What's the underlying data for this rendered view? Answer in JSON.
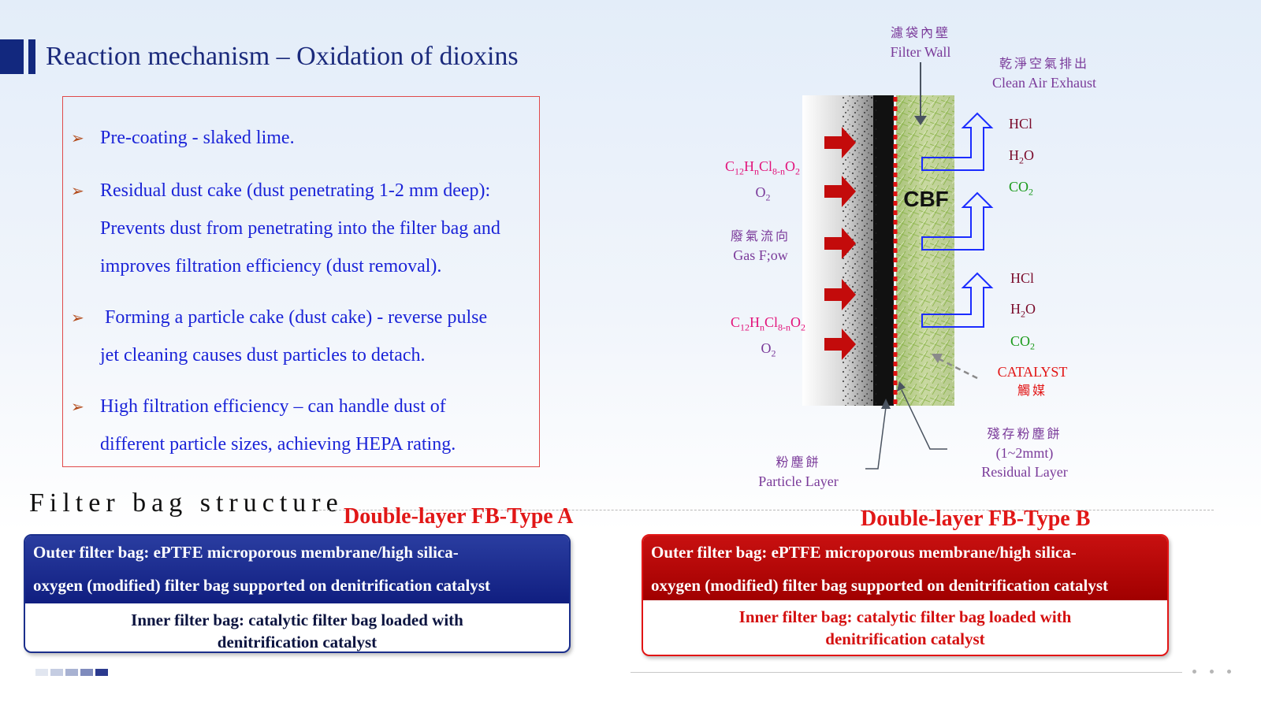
{
  "title": "Reaction mechanism – Oxidation of dioxins",
  "bullets": [
    {
      "lines": [
        "Pre-coating - slaked lime."
      ]
    },
    {
      "lines": [
        "Residual dust cake (dust penetrating 1-2 mm deep):",
        "Prevents dust from penetrating into the filter bag and",
        "improves filtration efficiency (dust removal)."
      ]
    },
    {
      "lines": [
        " Forming a particle cake (dust cake) - reverse pulse",
        "jet cleaning causes dust particles to detach."
      ]
    },
    {
      "lines": [
        "High filtration efficiency – can handle dust of",
        "different particle sizes, achieving HEPA rating."
      ]
    }
  ],
  "diagram": {
    "filter_wall_zh": "濾袋內壁",
    "filter_wall_en": "Filter Wall",
    "clean_air_zh": "乾淨空氣排出",
    "clean_air_en": "Clean Air Exhaust",
    "gas_flow_zh": "廢氣流向",
    "gas_flow_en": "Gas F;ow",
    "cbf": "CBF",
    "catalyst_en": "CATALYST",
    "catalyst_zh": "觸媒",
    "particle_layer_zh": "粉塵餅",
    "particle_layer_en": "Particle Layer",
    "residual_zh": "殘存粉塵餅",
    "residual_size": "(1~2mmt)",
    "residual_en": "Residual Layer",
    "products": {
      "hcl": "HCl",
      "h2o": "H",
      "h2o_sub": "2",
      "h2o_tail": "O",
      "co2": "CO",
      "co2_sub": "2"
    },
    "reactants": {
      "c": "C",
      "sub1": "12",
      "h": "H",
      "sub2": "n",
      "cl": "Cl",
      "sub3": "8-n",
      "o": "O",
      "sub4": "2",
      "o2": "O",
      "o2_sub": "2"
    }
  },
  "section_title": "Filter bag structure",
  "type_a": {
    "title": "Double-layer FB-Type A",
    "outer_line1": "Outer filter bag: ePTFE microporous membrane/high silica-",
    "outer_line2": "oxygen (modified) filter bag supported on denitrification catalyst",
    "inner_line1": "Inner filter bag: catalytic filter bag loaded with",
    "inner_line2": "denitrification catalyst"
  },
  "type_b": {
    "title": "Double-layer FB-Type B",
    "outer_line1": "Outer filter bag: ePTFE microporous membrane/high silica-",
    "outer_line2": "oxygen (modified) filter bag supported on denitrification catalyst",
    "inner_line1": "Inner filter bag: catalytic filter bag loaded with",
    "inner_line2": "denitrification catalyst"
  },
  "colors": {
    "title_navy": "#12287e",
    "bullet_blue": "#1b24d8",
    "box_border_red": "#e04a4a",
    "type_red": "#e11717",
    "catalyst_red": "#e21515",
    "product_green": "#1a9a1a",
    "reactant_magenta": "#e2127a",
    "outflow_blue": "#1b2cff"
  }
}
